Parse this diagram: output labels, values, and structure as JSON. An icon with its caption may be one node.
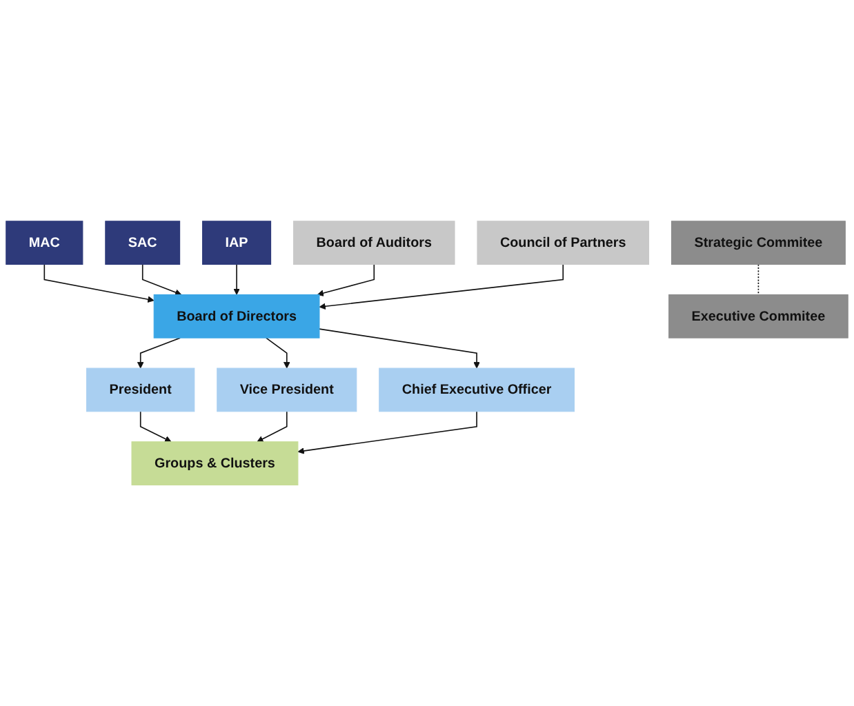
{
  "diagram": {
    "nodes": [
      {
        "text": [
          "MAC"
        ]
      },
      {
        "text": [
          "SAC"
        ]
      },
      {
        "text": [
          "IAP"
        ]
      },
      {
        "text": [
          "Board of Auditors"
        ]
      },
      {
        "text": [
          "Council of Partners"
        ]
      },
      {
        "text": [
          "Board of Directors"
        ]
      },
      {
        "text": [
          "President"
        ]
      },
      {
        "text": [
          "Vice President"
        ]
      },
      {
        "text": [
          "Chief Executive Officer"
        ]
      },
      {
        "text": [
          "Strategic Commitee"
        ]
      },
      {
        "text": [
          "Executive Commitee"
        ]
      },
      {
        "text": [
          "Groups & Clusters"
        ]
      }
    ],
    "edges": [
      {
        "from": 0,
        "to": 5,
        "arrow": "to"
      },
      {
        "from": 1,
        "to": 5,
        "arrow": "to"
      },
      {
        "from": 2,
        "to": 5,
        "arrow": "to"
      },
      {
        "from": 3,
        "to": 5,
        "arrow": "to"
      },
      {
        "from": 4,
        "to": 5,
        "arrow": "to"
      },
      {
        "from": 5,
        "to": 6,
        "arrow": "to"
      },
      {
        "from": 5,
        "to": 7,
        "arrow": "to"
      },
      {
        "from": 5,
        "to": 8,
        "arrow": "to"
      },
      {
        "from": 6,
        "to": 11,
        "arrow": "to"
      },
      {
        "from": 7,
        "to": 11,
        "arrow": "to"
      },
      {
        "from": 8,
        "to": 11,
        "arrow": "to"
      },
      {
        "from": 9,
        "to": 10,
        "arrow": "none",
        "style": "dashed"
      }
    ]
  }
}
